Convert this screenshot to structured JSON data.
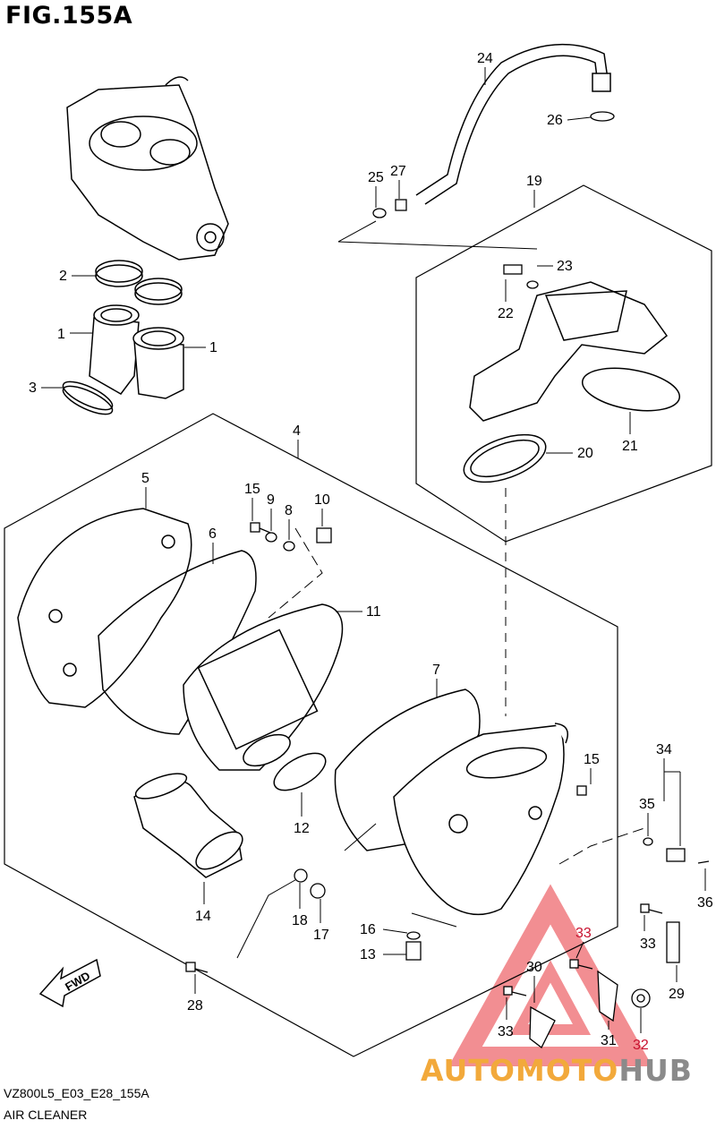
{
  "figure": {
    "title": "FIG.155A"
  },
  "footer": {
    "model_code": "VZ800L5_E03_E28_155A",
    "section": "AIR CLEANER"
  },
  "fwd_label": "FWD",
  "watermark": {
    "part1": "AUTOMOTO",
    "part2": "HUB",
    "colors": [
      "#e8333a",
      "#f2a93b",
      "#8a8a8a"
    ]
  },
  "callouts": {
    "c1a": "1",
    "c1b": "1",
    "c2": "2",
    "c3": "3",
    "c4": "4",
    "c5": "5",
    "c6": "6",
    "c7": "7",
    "c8": "8",
    "c9": "9",
    "c10": "10",
    "c11": "11",
    "c12": "12",
    "c13": "13",
    "c14": "14",
    "c15a": "15",
    "c15b": "15",
    "c16": "16",
    "c17": "17",
    "c18": "18",
    "c19": "19",
    "c20": "20",
    "c21": "21",
    "c22": "22",
    "c23": "23",
    "c24": "24",
    "c25": "25",
    "c26": "26",
    "c27": "27",
    "c28": "28",
    "c29": "29",
    "c30": "30",
    "c31": "31",
    "c32": "32",
    "c33a": "33",
    "c33b": "33",
    "c33c": "33",
    "c34": "34",
    "c35": "35",
    "c36": "36"
  }
}
